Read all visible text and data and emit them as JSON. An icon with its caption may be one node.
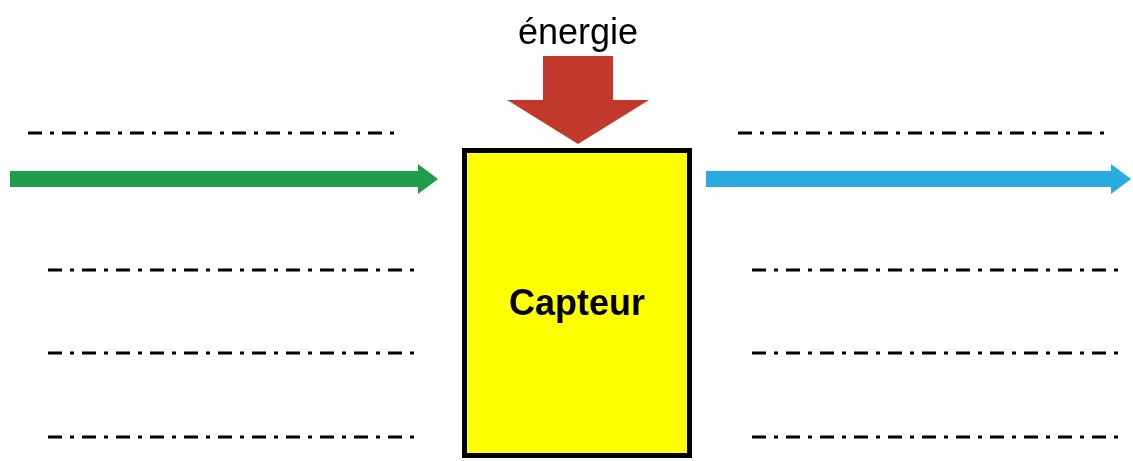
{
  "diagram": {
    "nodes": [
      {
        "text": [
          "énergie"
        ]
      },
      {
        "text": [
          "Capteur"
        ]
      }
    ],
    "edges": [
      {
        "from": 0,
        "to": 1,
        "arrow": "to",
        "style": "thick",
        "color": "#c0392b"
      },
      {
        "from": null,
        "to": 1,
        "arrow": "to",
        "color": "#1e9e4a"
      },
      {
        "from": 1,
        "to": null,
        "arrow": "to",
        "color": "#29abe2"
      }
    ]
  }
}
